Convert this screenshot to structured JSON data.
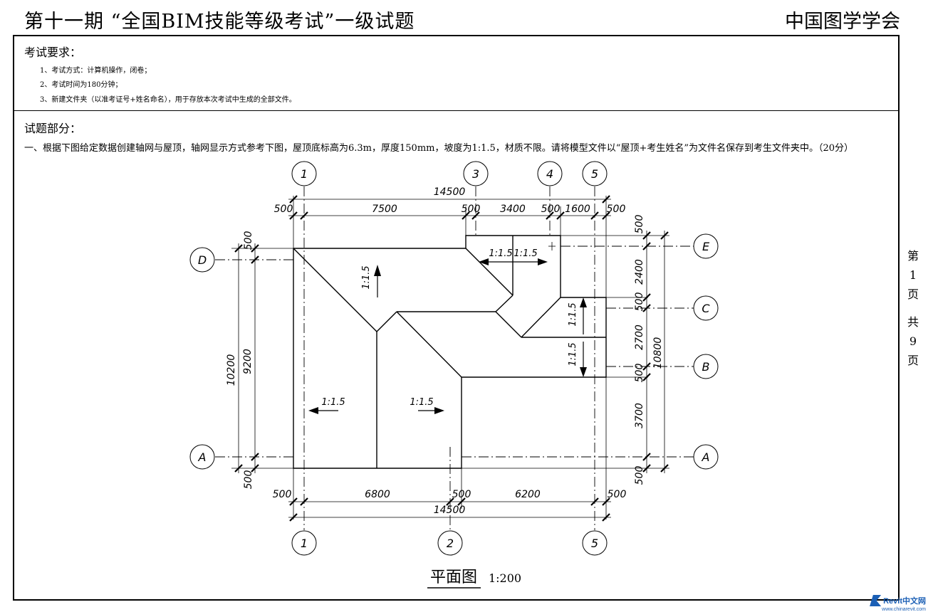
{
  "header": {
    "title": "第十一期 “全国BIM技能等级考试”一级试题",
    "organization": "中国图学学会"
  },
  "requirements": {
    "heading": "考试要求：",
    "items": [
      "1、考试方式：计算机操作，闭卷；",
      "2、考试时间为180分钟；",
      "3、新建文件夹（以准考证号+姓名命名），用于存放本次考试中生成的全部文件。"
    ]
  },
  "questions": {
    "heading": "试题部分：",
    "q1": "一、根据下图给定数据创建轴网与屋顶，轴网显示方式参考下图，屋顶底标高为6.3m，厚度150mm，坡度为1:1.5，材质不限。请将模型文件以“屋顶+考生姓名”为文件名保存到考生文件夹中。（20分）"
  },
  "drawing": {
    "title": "平面图",
    "scale": "1:200",
    "grid_labels": {
      "v1_top": "1",
      "v3_top": "3",
      "v4_top": "4",
      "v5_top": "5",
      "v1_bot": "1",
      "v2_bot": "2",
      "v5_bot": "5",
      "h_d_left": "D",
      "h_a_left": "A",
      "h_e_right": "E",
      "h_c_right": "C",
      "h_b_right": "B",
      "h_a_right": "A"
    },
    "dims_top": {
      "total": "14500",
      "left_ext": "500",
      "d1": "7500",
      "d2": "500",
      "d3": "3400",
      "d4": "500",
      "d5": "1600",
      "right_ext": "500"
    },
    "dims_bottom": {
      "total": "14500",
      "left_ext": "500",
      "d1": "6800",
      "d2": "500",
      "d3": "6200",
      "right_ext": "500"
    },
    "dims_left": {
      "top_ext": "500",
      "outer": "10200",
      "inner": "9200",
      "bottom_ext": "500"
    },
    "dims_right": {
      "top_ext": "500",
      "d1": "2400",
      "d2": "500",
      "d3": "2700",
      "outer": "10800",
      "d4": "500",
      "d5": "3700",
      "bottom_ext": "500"
    },
    "slope_labels": {
      "s1": "1:1.5",
      "s2": "1:1.5",
      "s3": "1:1.5",
      "s4": "1:1.5",
      "s5": "1:1.5",
      "s6": "1:1.5",
      "s7": "1:1.5"
    }
  },
  "side": {
    "chars": [
      "第",
      "1",
      "页",
      "共",
      "9",
      "页"
    ]
  },
  "watermark": {
    "brand": "Revit中文网",
    "url": "www.chinarevit.com"
  }
}
